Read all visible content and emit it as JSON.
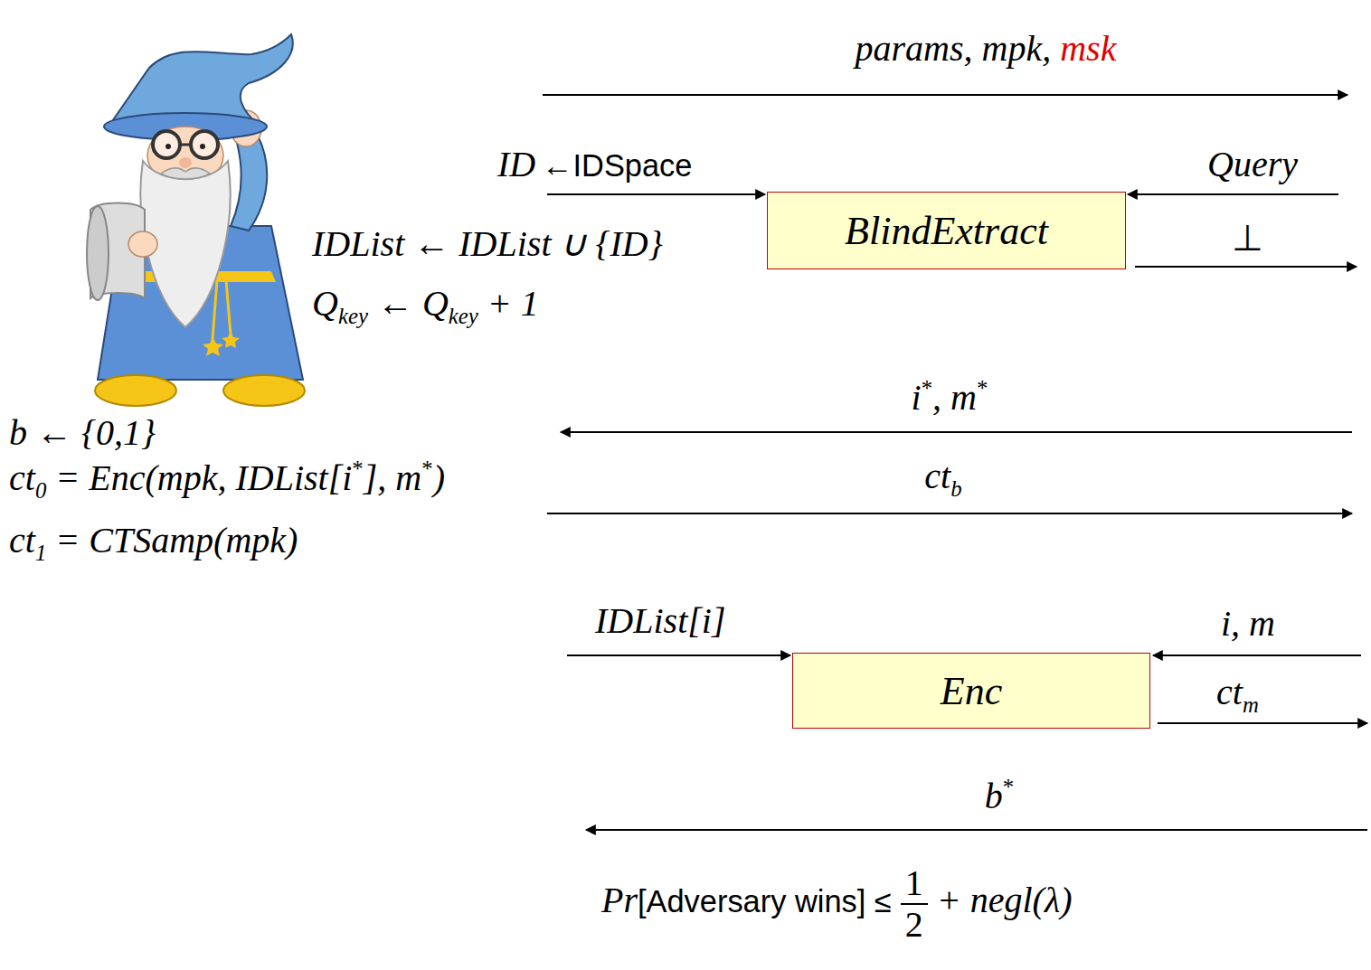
{
  "diagram": {
    "nodes": [
      {
        "text": [
          "BlindExtract"
        ]
      },
      {
        "text": [
          "Enc"
        ]
      }
    ],
    "labels": [
      "params, mpk,",
      "msk",
      "ID",
      "←IDSpace",
      "Query",
      "⊥",
      "IDList ← IDList ∪ {ID}",
      "Q",
      "key",
      "← Q",
      "key",
      "+ 1",
      "i",
      "*",
      ", m",
      "*",
      "b ← {0,1}",
      "ct",
      "0",
      "= Enc(mpk, IDList[i",
      "*",
      "], m",
      "*",
      ")",
      "ct",
      "1",
      "= CTSamp(mpk)",
      "ct",
      "b",
      "IDList[i]",
      "i, m",
      "ct",
      "m",
      "b",
      "*",
      "Pr",
      "[Adversary wins] ≤",
      "1",
      "2",
      "+ negl(λ)"
    ]
  }
}
